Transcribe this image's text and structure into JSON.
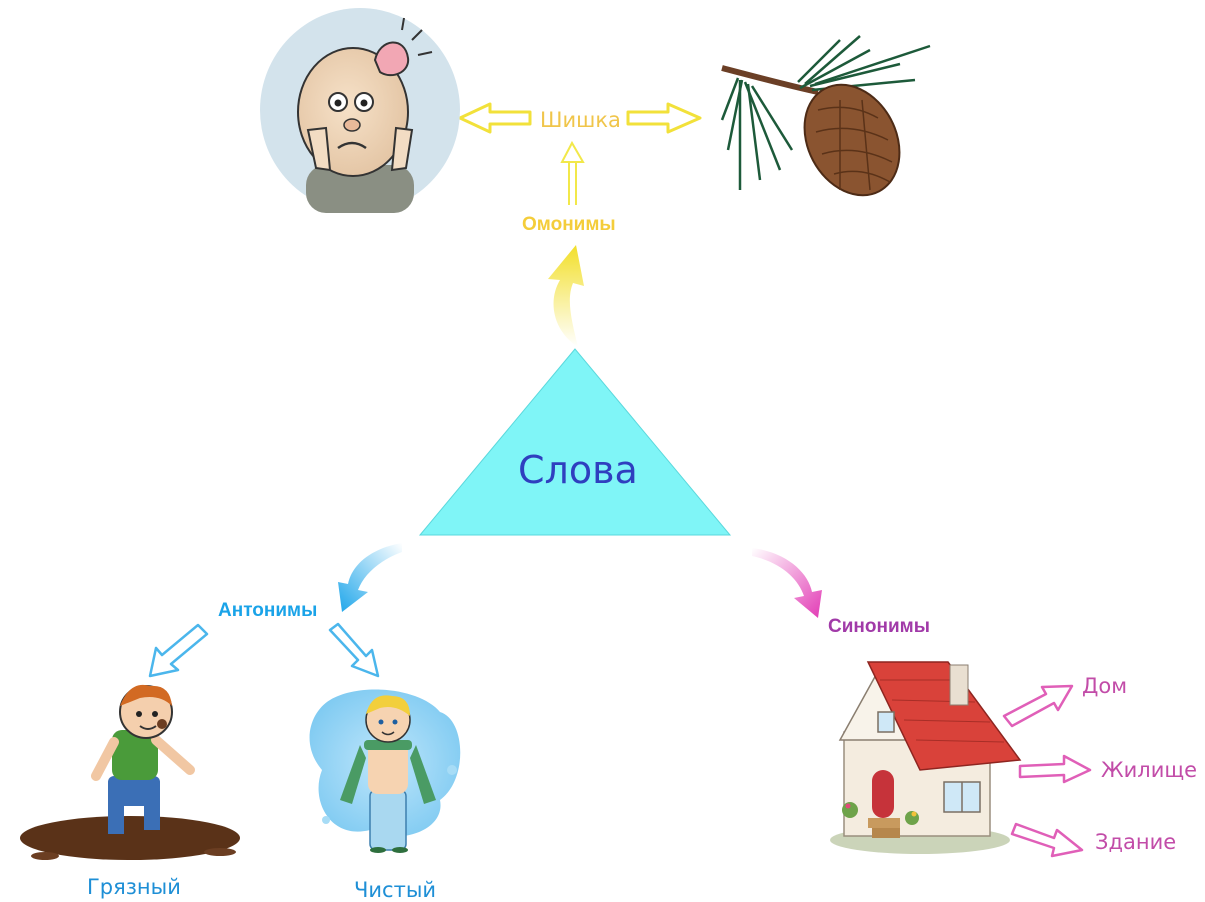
{
  "center": {
    "label": "Слова",
    "fill": "#7ff5f7"
  },
  "categories": {
    "homonyms": {
      "label": "Омонимы",
      "color": "#f4cd3a",
      "word": "Шишка"
    },
    "antonyms": {
      "label": "Антонимы",
      "color": "#1aa3e8",
      "words": [
        "Грязный",
        "Чистый"
      ]
    },
    "synonyms": {
      "label": "Синонимы",
      "color": "#a13aa8",
      "words": [
        "Дом",
        "Жилище",
        "Здание"
      ]
    }
  },
  "illustrations": [
    "bump-man-illustration",
    "pine-cone-illustration",
    "muddy-boy-illustration",
    "clean-boy-illustration",
    "house-illustration"
  ]
}
